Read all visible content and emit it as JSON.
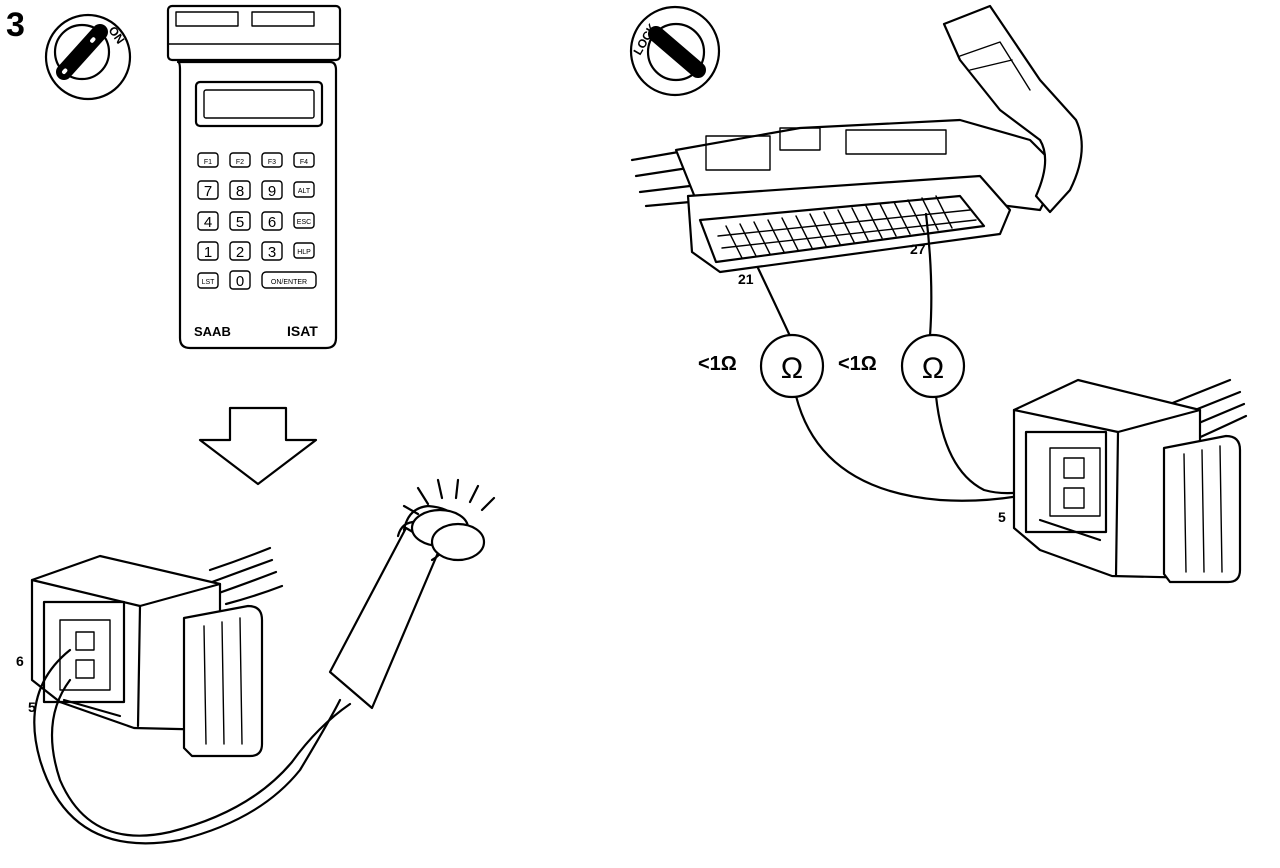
{
  "step_number": "3",
  "ignition_left": {
    "position_label": "ON"
  },
  "ignition_right": {
    "position_label": "LOCK"
  },
  "tester": {
    "brand": "SAAB",
    "model": "ISAT",
    "keys": {
      "f1": "F1",
      "f2": "F2",
      "f3": "F3",
      "f4": "F4",
      "k7": "7",
      "k8": "8",
      "k9": "9",
      "alt": "ALT",
      "k4": "4",
      "k5": "5",
      "k6": "6",
      "esc": "ESC",
      "k1": "1",
      "k2": "2",
      "k3": "3",
      "hlp": "HLP",
      "lst": "LST",
      "k0": "0",
      "enter": "ON/ENTER"
    }
  },
  "left_connector": {
    "pin_upper": "6",
    "pin_lower": "5"
  },
  "ecu_connector": {
    "pin_left": "21",
    "pin_right": "27"
  },
  "meters": [
    {
      "reading": "<1Ω",
      "symbol": "Ω"
    },
    {
      "reading": "<1Ω",
      "symbol": "Ω"
    }
  ],
  "right_connector": {
    "pin": "5"
  }
}
